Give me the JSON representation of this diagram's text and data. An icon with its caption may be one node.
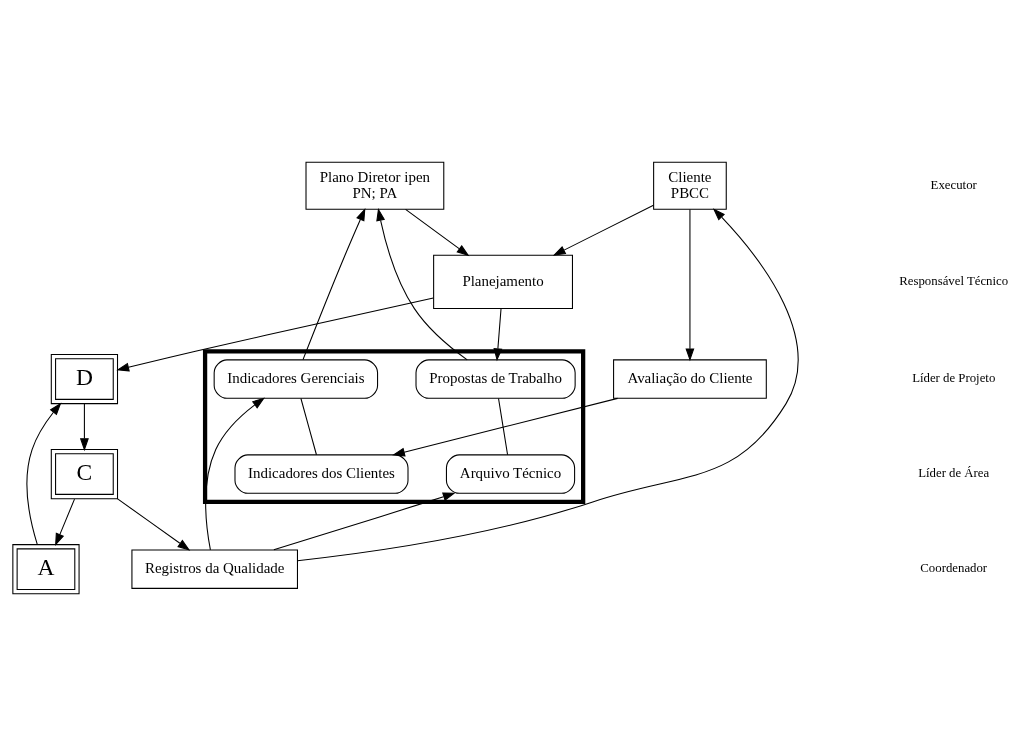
{
  "diagram": {
    "nodes": [
      {
        "text": [
          "Cliente",
          "PBCC"
        ]
      },
      {
        "text": [
          "Plano Diretor ipen",
          "PN; PA"
        ]
      },
      {
        "text": [
          "Planejamento"
        ]
      },
      {
        "text": [],
        "shape": "box"
      },
      {
        "text": [
          "Propostas de Trabalho"
        ],
        "in": 3
      },
      {
        "text": [
          "Arquivo Técnico"
        ],
        "in": 3
      },
      {
        "text": [
          "D"
        ]
      },
      {
        "text": [
          "A"
        ]
      },
      {
        "text": [
          "C"
        ]
      },
      {
        "text": [
          "Registros da Qualidade"
        ]
      },
      {
        "text": [
          "Indicadores Gerenciais"
        ],
        "in": 3
      },
      {
        "text": [
          "Avaliação do Cliente"
        ]
      },
      {
        "text": [
          "Indicadores dos Clientes"
        ],
        "in": 3
      }
    ],
    "edges": [
      {
        "from": 0,
        "to": 2,
        "arrow": "to"
      },
      {
        "from": 1,
        "to": 2,
        "arrow": "to"
      },
      {
        "from": 2,
        "to": 4,
        "arrow": "to"
      },
      {
        "from": 2,
        "to": 6,
        "arrow": "to"
      },
      {
        "from": 4,
        "to": 1,
        "arrow": "to"
      },
      {
        "from": 4,
        "to": 5,
        "arrow": "none"
      },
      {
        "from": 10,
        "to": 1,
        "arrow": "to"
      },
      {
        "from": 7,
        "to": 6,
        "arrow": "to"
      },
      {
        "from": 6,
        "to": 8,
        "arrow": "to"
      },
      {
        "from": 8,
        "to": 7,
        "arrow": "to"
      },
      {
        "from": 8,
        "to": 9,
        "arrow": "to"
      },
      {
        "from": 9,
        "to": 0,
        "arrow": "to"
      },
      {
        "from": 9,
        "to": 5,
        "arrow": "to"
      },
      {
        "from": 9,
        "to": 10,
        "arrow": "to"
      },
      {
        "from": 0,
        "to": 11,
        "arrow": "to"
      },
      {
        "from": 11,
        "to": 12,
        "arrow": "to"
      },
      {
        "from": 10,
        "to": 12,
        "arrow": "none"
      }
    ],
    "labels": [
      "Executor",
      "Responsável Técnico",
      "Líder de Projeto",
      "Líder de Área",
      "Coordenador"
    ]
  }
}
